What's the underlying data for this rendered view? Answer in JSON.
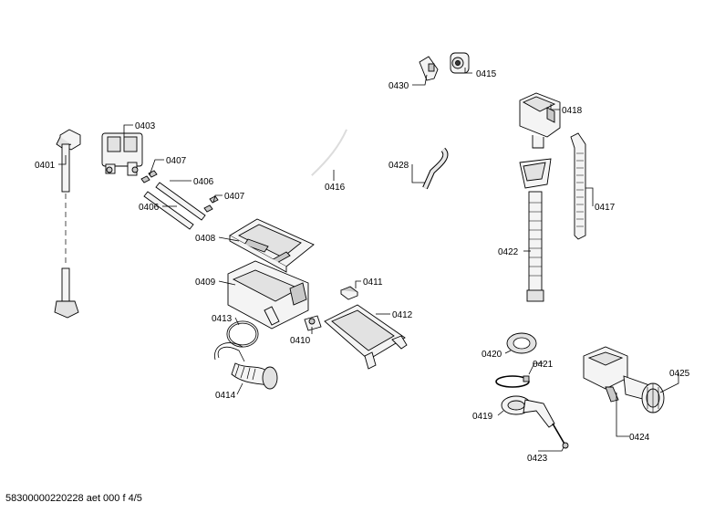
{
  "parts": [
    {
      "id": "p0401",
      "label": "0401"
    },
    {
      "id": "p0403",
      "label": "0403"
    },
    {
      "id": "p0407a",
      "label": "0407"
    },
    {
      "id": "p0406a",
      "label": "0406"
    },
    {
      "id": "p0406b",
      "label": "0406"
    },
    {
      "id": "p0407b",
      "label": "0407"
    },
    {
      "id": "p0416",
      "label": "0416"
    },
    {
      "id": "p0408",
      "label": "0408"
    },
    {
      "id": "p0409",
      "label": "0409"
    },
    {
      "id": "p0411",
      "label": "0411"
    },
    {
      "id": "p0412",
      "label": "0412"
    },
    {
      "id": "p0413",
      "label": "0413"
    },
    {
      "id": "p0410",
      "label": "0410"
    },
    {
      "id": "p0414",
      "label": "0414"
    },
    {
      "id": "p0428",
      "label": "0428"
    },
    {
      "id": "p0430",
      "label": "0430"
    },
    {
      "id": "p0415",
      "label": "0415"
    },
    {
      "id": "p0418",
      "label": "0418"
    },
    {
      "id": "p0417",
      "label": "0417"
    },
    {
      "id": "p0422",
      "label": "0422"
    },
    {
      "id": "p0420",
      "label": "0420"
    },
    {
      "id": "p0421",
      "label": "0421"
    },
    {
      "id": "p0419",
      "label": "0419"
    },
    {
      "id": "p0423",
      "label": "0423"
    },
    {
      "id": "p0425",
      "label": "0425"
    },
    {
      "id": "p0424",
      "label": "0424"
    }
  ],
  "footer": "58300000220228 aet 000 f 4/5"
}
